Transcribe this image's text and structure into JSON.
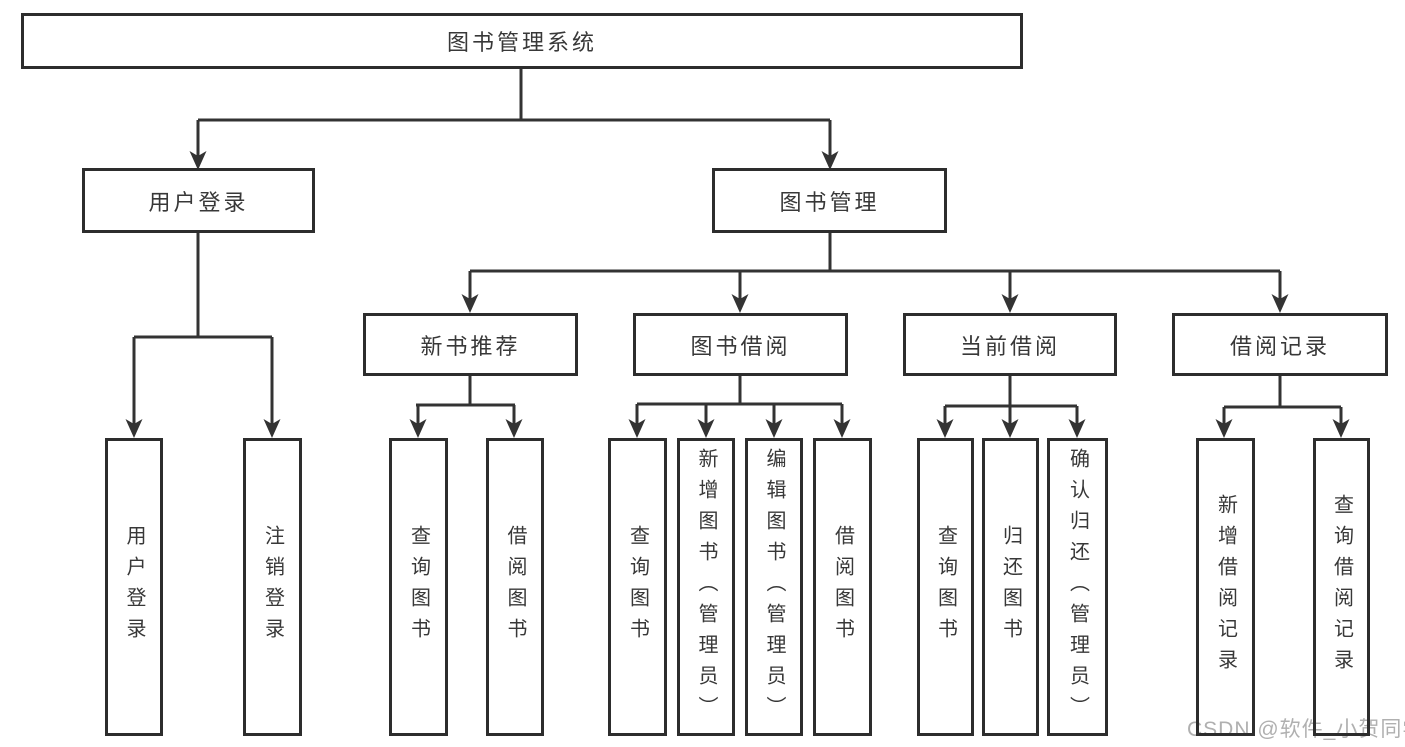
{
  "nodes": {
    "root": "图书管理系统",
    "user_login": "用户登录",
    "book_management": "图书管理",
    "new_book_recommend": "新书推荐",
    "book_borrow": "图书借阅",
    "current_borrow": "当前借阅",
    "borrow_records": "借阅记录",
    "leaf_user_login": "用户登录",
    "leaf_logout": "注销登录",
    "leaf_rec_query_book": "查询图书",
    "leaf_rec_borrow_book": "借阅图书",
    "leaf_bor_query_book": "查询图书",
    "leaf_bor_add_book_admin": "新增图书（管理员）",
    "leaf_bor_edit_book_admin": "编辑图书（管理员）",
    "leaf_bor_borrow_book": "借阅图书",
    "leaf_cur_query_book": "查询图书",
    "leaf_cur_return_book": "归还图书",
    "leaf_cur_confirm_return_admin": "确认归还（管理员）",
    "leaf_records_add_record": "新增借阅记录",
    "leaf_records_query_record": "查询借阅记录"
  },
  "hierarchy": {
    "root": "图书管理系统",
    "children": [
      {
        "label": "用户登录",
        "children": [
          "用户登录",
          "注销登录"
        ]
      },
      {
        "label": "图书管理",
        "children": [
          {
            "label": "新书推荐",
            "children": [
              "查询图书",
              "借阅图书"
            ]
          },
          {
            "label": "图书借阅",
            "children": [
              "查询图书",
              "新增图书（管理员）",
              "编辑图书（管理员）",
              "借阅图书"
            ]
          },
          {
            "label": "当前借阅",
            "children": [
              "查询图书",
              "归还图书",
              "确认归还（管理员）"
            ]
          },
          {
            "label": "借阅记录",
            "children": [
              "新增借阅记录",
              "查询借阅记录"
            ]
          }
        ]
      }
    ]
  },
  "watermark": "CSDN @软件_小贺同学",
  "colors": {
    "background": "#ffffff",
    "line": "#333333",
    "border": "#2d2d2d",
    "text": "#383838",
    "watermark": "#b0b0b0"
  }
}
